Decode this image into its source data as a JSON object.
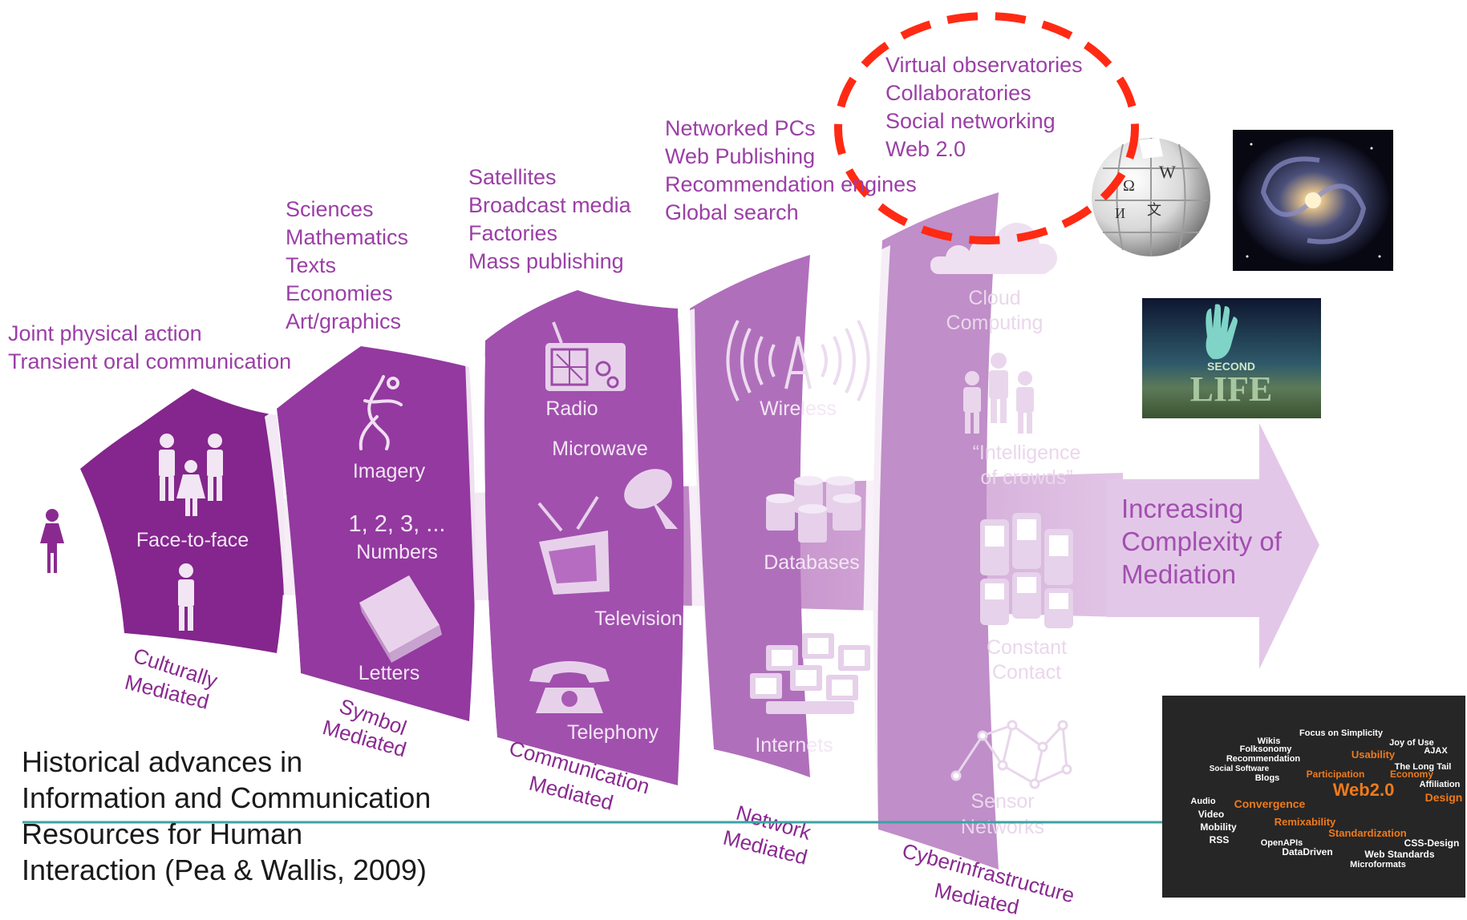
{
  "columns": {
    "c1_text": [
      "Joint physical action",
      "Transient oral communication"
    ],
    "c2_text": [
      "Sciences",
      "Mathematics",
      "Texts",
      "Economies",
      "Art/graphics"
    ],
    "c3_text": [
      "Satellites",
      "Broadcast media",
      "Factories",
      "Mass publishing"
    ],
    "c4_text": [
      "Networked PCs",
      "Web Publishing",
      "Recommendation engines",
      "Global search"
    ],
    "c5_text": [
      "Virtual observatories",
      "Collaboratories",
      "Social networking",
      "Web 2.0"
    ]
  },
  "panels": {
    "p1": {
      "item": "Face-to-face",
      "label": [
        "Culturally",
        "Mediated"
      ]
    },
    "p2": {
      "imagery": "Imagery",
      "numbers_glyph": "1, 2, 3, ...",
      "numbers": "Numbers",
      "letters": "Letters",
      "label": [
        "Symbol",
        "Mediated"
      ]
    },
    "p3": {
      "radio": "Radio",
      "microwave": "Microwave",
      "television": "Television",
      "telephony": "Telephony",
      "label": [
        "Communication",
        "Mediated"
      ]
    },
    "p4": {
      "wireless": "Wireless",
      "databases": "Databases",
      "internets": "Internets",
      "label": [
        "Network",
        "Mediated"
      ]
    },
    "p5": {
      "cloud": [
        "Cloud",
        "Computing"
      ],
      "crowds": [
        "“Intelligence",
        "of crowds”"
      ],
      "contact": [
        "Constant",
        "Contact"
      ],
      "sensor": [
        "Sensor",
        "Networks"
      ],
      "label": [
        "Cyberinfrastructure",
        "Mediated"
      ]
    }
  },
  "arrow_text": [
    "Increasing",
    "Complexity of",
    "Mediation"
  ],
  "caption": [
    "Historical advances in",
    "Information and Communication",
    "Resources for Human",
    "Interaction (Pea & Wallis, 2009)"
  ],
  "images": {
    "wikipedia_glyphs": [
      "Ω",
      "W",
      "И",
      "文"
    ],
    "second_life_logo": [
      "SECOND",
      "LIFE"
    ],
    "web20_cloud": [
      "Focus on Simplicity",
      "Wikis",
      "Joy of Use",
      "Folksonomy",
      "Usability",
      "AJAX",
      "Recommendation",
      "The Long Tail",
      "Social Software",
      "Participation",
      "Economy",
      "Blogs",
      "Affiliation",
      "Web2.0",
      "Audio",
      "Convergence",
      "Design",
      "Video",
      "Remixability",
      "Mobility",
      "RSS",
      "Standardization",
      "OpenAPIs",
      "CSS-Design",
      "DataDriven",
      "Web Standards",
      "Microformats"
    ]
  },
  "colors": {
    "panel1": "#8c2b93",
    "panel2": "#9a3da3",
    "panel3": "#a652b0",
    "panel4": "#b572bd",
    "panel5": "#c592ca",
    "band": "#c28fc9",
    "arrow": "#e6cbe9",
    "heading_text": "#9b3fa6",
    "highlight_oval": "#ff2a14",
    "teal_line": "#3aa3a3"
  }
}
